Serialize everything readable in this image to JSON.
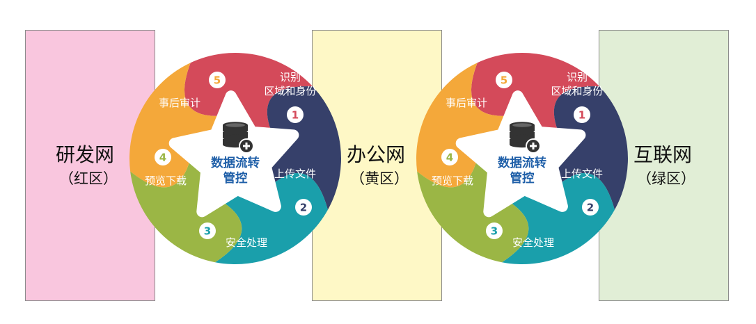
{
  "zones": [
    {
      "name": "研发网",
      "sub": "（红区）",
      "fill": "#f9c6de"
    },
    {
      "name": "办公网",
      "sub": "（黄区）",
      "fill": "#fef8c6"
    },
    {
      "name": "互联网",
      "sub": "（绿区）",
      "fill": "#e1eed6"
    }
  ],
  "cycles": [
    {
      "center_title": [
        "数据流转",
        "管控"
      ],
      "center_icon": "database-plus-icon",
      "steps": [
        {
          "num": "1",
          "label": [
            "识别",
            "区域和身份"
          ],
          "color": "#d44a5a"
        },
        {
          "num": "2",
          "label": [
            "上传文件"
          ],
          "color": "#36406a"
        },
        {
          "num": "3",
          "label": [
            "安全处理"
          ],
          "color": "#1a9fab"
        },
        {
          "num": "4",
          "label": [
            "预览下载"
          ],
          "color": "#9bb645"
        },
        {
          "num": "5",
          "label": [
            "事后审计"
          ],
          "color": "#f4a83a"
        }
      ]
    },
    {
      "center_title": [
        "数据流转",
        "管控"
      ],
      "center_icon": "database-plus-icon",
      "steps": [
        {
          "num": "1",
          "label": [
            "识别",
            "区域和身份"
          ],
          "color": "#d44a5a"
        },
        {
          "num": "2",
          "label": [
            "上传文件"
          ],
          "color": "#36406a"
        },
        {
          "num": "3",
          "label": [
            "安全处理"
          ],
          "color": "#1a9fab"
        },
        {
          "num": "4",
          "label": [
            "预览下载"
          ],
          "color": "#9bb645"
        },
        {
          "num": "5",
          "label": [
            "事后审计"
          ],
          "color": "#f4a83a"
        }
      ]
    }
  ]
}
